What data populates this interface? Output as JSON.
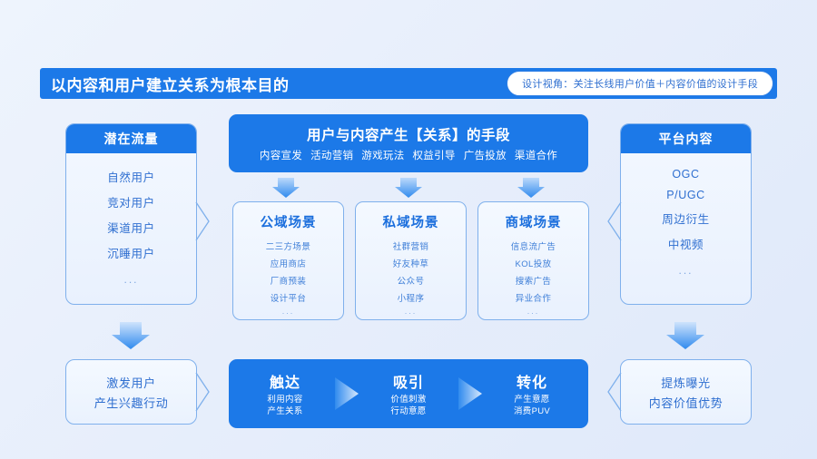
{
  "header": {
    "title": "以内容和用户建立关系为根本目的",
    "badge": "设计视角：关注长线用户价值＋内容价值的设计手段"
  },
  "left_card": {
    "title": "潜在流量",
    "items": [
      "自然用户",
      "竞对用户",
      "渠道用户",
      "沉睡用户"
    ],
    "ellipsis": "..."
  },
  "right_card": {
    "title": "平台内容",
    "items": [
      "OGC",
      "P/UGC",
      "周边衍生",
      "中视频"
    ],
    "ellipsis": "..."
  },
  "center_head": {
    "title": "用户与内容产生【关系】的手段",
    "tags": [
      "内容宣发",
      "活动营销",
      "游戏玩法",
      "权益引导",
      "广告投放",
      "渠道合作"
    ]
  },
  "scenes": [
    {
      "title": "公域场景",
      "items": [
        "二三方场景",
        "应用商店",
        "厂商预装",
        "设计平台"
      ],
      "ellipsis": "..."
    },
    {
      "title": "私域场景",
      "items": [
        "社群营销",
        "好友种草",
        "公众号",
        "小程序"
      ],
      "ellipsis": "..."
    },
    {
      "title": "商域场景",
      "items": [
        "信息流广告",
        "KOL投放",
        "搜索广告",
        "异业合作"
      ],
      "ellipsis": "..."
    }
  ],
  "bottom_left_bubble": {
    "line1": "激发用户",
    "line2": "产生兴趣行动"
  },
  "bottom_right_bubble": {
    "line1": "提炼曝光",
    "line2": "内容价值优势"
  },
  "funnel": {
    "steps": [
      {
        "title": "触达",
        "line1": "利用内容",
        "line2": "产生关系"
      },
      {
        "title": "吸引",
        "line1": "价值刺激",
        "line2": "行动意愿"
      },
      {
        "title": "转化",
        "line1": "产生意愿",
        "line2": "消费PUV"
      }
    ]
  },
  "colors": {
    "accent_blue": "#1c79e8",
    "card_border": "#7fb0ec",
    "text_blue": "#2f6fd0",
    "background": "#e9f1fb"
  }
}
